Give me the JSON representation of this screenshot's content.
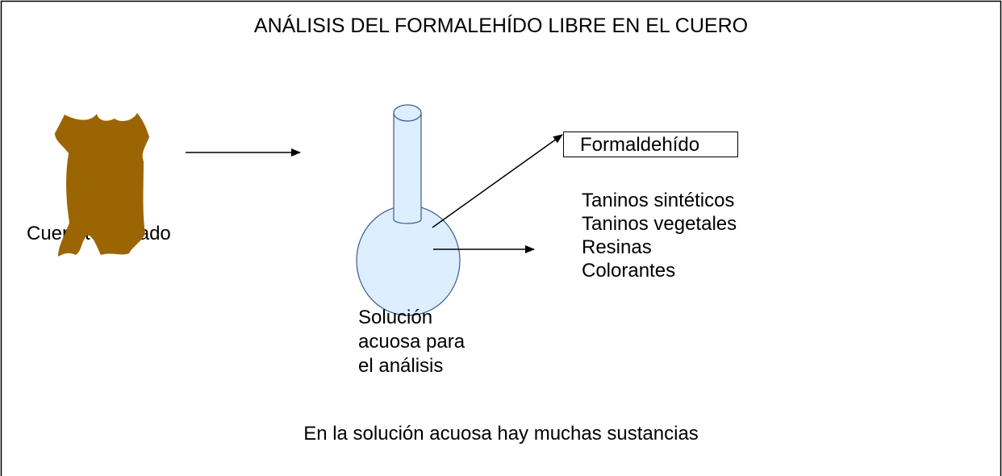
{
  "title": "ANÁLISIS DEL FORMALEHÍDO LIBRE EN EL CUERO",
  "leather": {
    "label": "Cuero terminado",
    "color": "#9B6503"
  },
  "flask": {
    "fill": "#DDEEFF",
    "stroke": "#3A5A8C",
    "label_lines": [
      "Solución",
      "acuosa para",
      "el análisis"
    ]
  },
  "formaldehyde_label": "Formaldehído",
  "substances": [
    "Taninos sintéticos",
    "Taninos vegetales",
    "Resinas",
    "Colorantes"
  ],
  "footer": "En la solución acuosa hay muchas sustancias"
}
